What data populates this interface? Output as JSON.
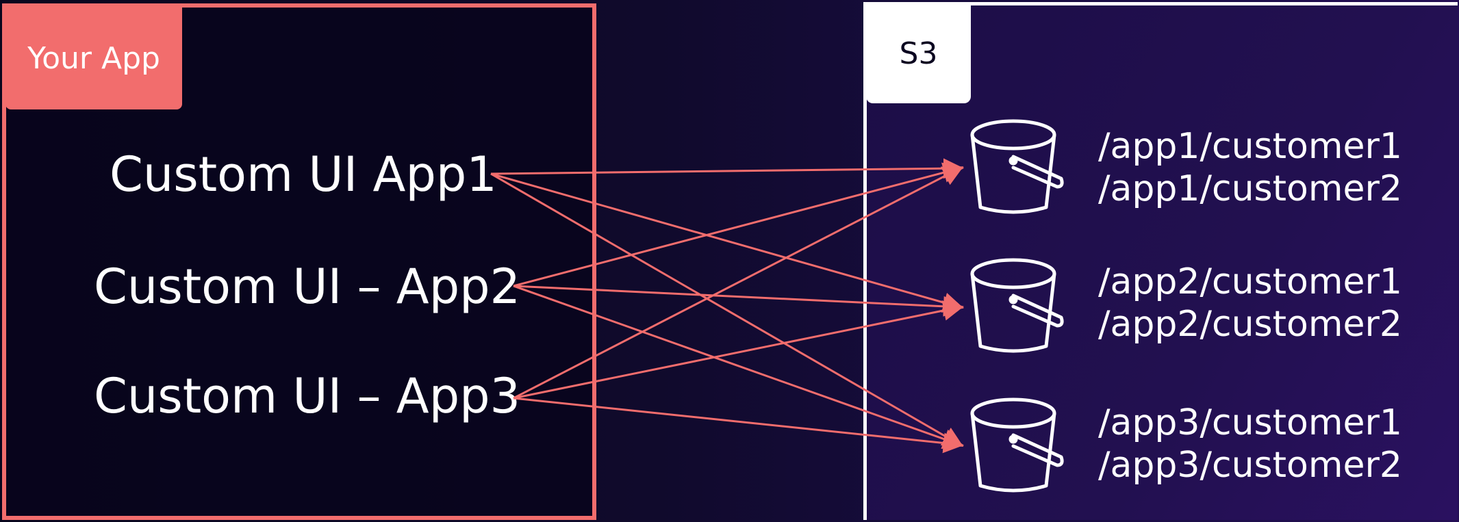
{
  "app_panel": {
    "tag": "Your App",
    "apps": [
      {
        "label": "Custom UI App1"
      },
      {
        "label": "Custom UI – App2"
      },
      {
        "label": "Custom UI – App3"
      }
    ]
  },
  "s3_panel": {
    "tag": "S3",
    "buckets": [
      {
        "icon": "bucket-icon",
        "paths": [
          "/app1/customer1",
          "/app1/customer2"
        ]
      },
      {
        "icon": "bucket-icon",
        "paths": [
          "/app2/customer1",
          "/app2/customer2"
        ]
      },
      {
        "icon": "bucket-icon",
        "paths": [
          "/app3/customer1",
          "/app3/customer2"
        ]
      }
    ]
  },
  "colors": {
    "accent": "#f26d6d",
    "text": "#ffffff",
    "background": "#0b0520"
  }
}
